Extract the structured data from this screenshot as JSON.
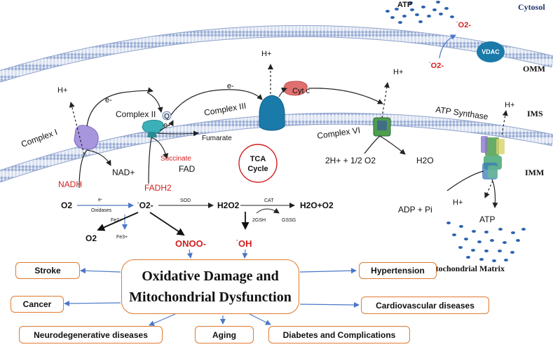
{
  "compartments": {
    "cytosol": "Cytosol",
    "omm": "OMM",
    "ims": "IMS",
    "imm": "IMM",
    "matrix": "Mitochondrial Matrix"
  },
  "complexes": {
    "complex1": "Complex I",
    "complex2": "Complex II",
    "complex3": "Complex III",
    "complex4": "Complex VI",
    "atp_synthase": "ATP Synthase",
    "q": "Q",
    "cytc": "Cyt c",
    "vdac": "VDAC",
    "tca_line1": "TCA",
    "tca_line2": "Cycle"
  },
  "labels": {
    "hplus_c1": "H+",
    "hplus_c3": "H+",
    "hplus_c4": "H+",
    "hplus_atp_top": "H+",
    "hplus_atp_bottom": "H+",
    "e_c1": "e-",
    "e_c3": "e-",
    "e_c2": "e-",
    "nadh": "NADH",
    "nad": "NAD+",
    "fadh2": "FADH2",
    "fad": "FAD",
    "succinate": "Succinate",
    "fumarate": "Fumarate",
    "water_reaction": "2H+ + 1/2 O2",
    "h2o": "H2O",
    "adp_pi": "ADP + Pi",
    "atp_matrix": "ATP",
    "atp_cytosol": "ATP",
    "superoxide_cytosol": "O2-",
    "superoxide_ims": "O2-"
  },
  "ros": {
    "o2": "O2",
    "e_minus": "e-",
    "oxidases": "Oxidases",
    "fe2": "Fe2+",
    "fe3": "Fe3+",
    "superoxide": "O2-",
    "sod": "SOD",
    "h2o2": "H2O2",
    "cat": "CAT",
    "h2o_o2": "H2O+O2",
    "gsh": "2GSH",
    "gssg": "GSSG",
    "o2_product": "O2",
    "onoo": "ONOO-",
    "oh": "OH"
  },
  "main_box": {
    "line1": "Oxidative Damage and",
    "line2": "Mitochondrial Dysfunction"
  },
  "diseases": {
    "stroke": "Stroke",
    "cancer": "Cancer",
    "neuro": "Neurodegenerative diseases",
    "aging": "Aging",
    "diabetes": "Diabetes  and Complications",
    "hypertension": "Hypertension",
    "cardio": "Cardiovascular diseases"
  },
  "colors": {
    "membrane": "#7f97c4",
    "membrane_head": "#c9d4ea",
    "box_border": "#e07a2e",
    "arrow_blue": "#4a78c8",
    "red": "#d32020",
    "complex1": "#a796dd",
    "complex2": "#3bb0b8",
    "complex3": "#1a7aaa",
    "cytc": "#e07070",
    "vdac": "#1a7aaa",
    "dots": "#2d63b0"
  }
}
